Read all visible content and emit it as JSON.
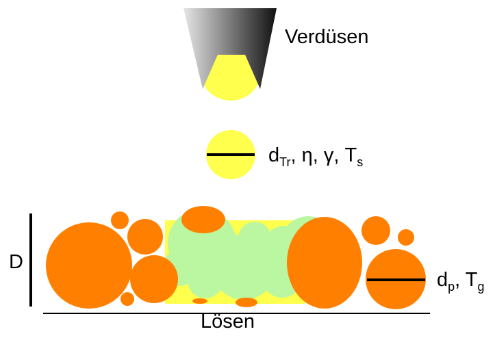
{
  "colors": {
    "nozzle_gradient_start": "#e6e6e6",
    "nozzle_gradient_end": "#111111",
    "spray": "#ffff4d",
    "particle": "#ff8000",
    "wetted": "#bbf7a0",
    "line": "#000000"
  },
  "labels": {
    "nozzle": "Verdüsen",
    "depth": "D",
    "bottom": "Lösen"
  },
  "droplet_params": {
    "d": "d",
    "d_sub": "Tr",
    "sep1": ", ",
    "eta": "η",
    "sep2": ", ",
    "gamma": "γ",
    "sep3": ", ",
    "T": "T",
    "T_sub": "s"
  },
  "particle_params": {
    "d": "d",
    "d_sub": "p",
    "sep": ", ",
    "T": "T",
    "T_sub": "g"
  }
}
